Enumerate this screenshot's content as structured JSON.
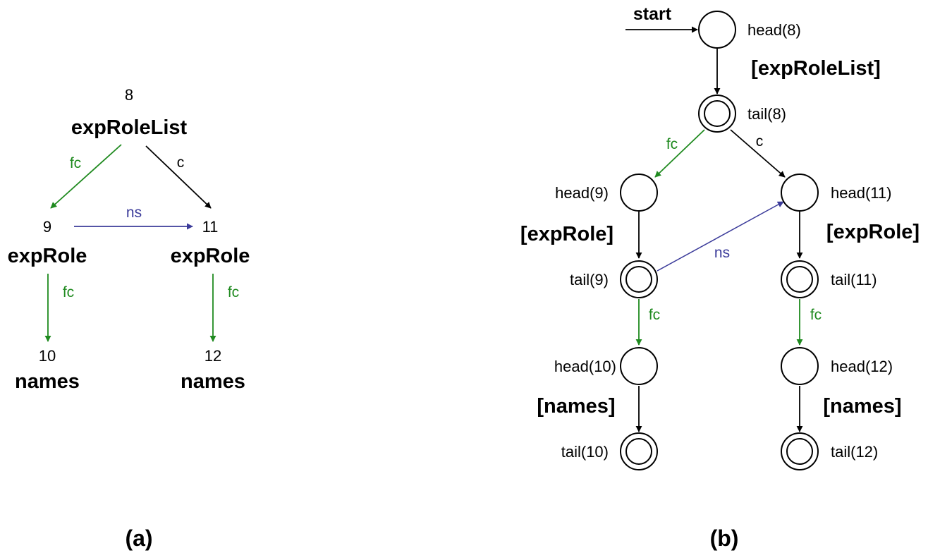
{
  "colors": {
    "fc": "#1f8a1f",
    "c": "#000000",
    "ns": "#3b3b9a"
  },
  "panel_a": {
    "caption": "(a)",
    "nodes": [
      {
        "id": "8",
        "num": "8",
        "name": "expRoleList"
      },
      {
        "id": "9",
        "num": "9",
        "name": "expRole"
      },
      {
        "id": "11",
        "num": "11",
        "name": "expRole"
      },
      {
        "id": "10",
        "num": "10",
        "name": "names"
      },
      {
        "id": "12",
        "num": "12",
        "name": "names"
      }
    ],
    "edges": [
      {
        "id": "8-9",
        "label": "fc",
        "kind": "fc"
      },
      {
        "id": "8-11",
        "label": "c",
        "kind": "c"
      },
      {
        "id": "9-11",
        "label": "ns",
        "kind": "ns"
      },
      {
        "id": "9-10",
        "label": "fc",
        "kind": "fc"
      },
      {
        "id": "11-12",
        "label": "fc",
        "kind": "fc"
      }
    ]
  },
  "panel_b": {
    "caption": "(b)",
    "start_label": "start",
    "states": [
      {
        "id": "head8",
        "label": "head(8)",
        "final": false
      },
      {
        "id": "tail8",
        "label": "tail(8)",
        "final": true
      },
      {
        "id": "head9",
        "label": "head(9)",
        "final": false
      },
      {
        "id": "tail9",
        "label": "tail(9)",
        "final": true
      },
      {
        "id": "head10",
        "label": "head(10)",
        "final": false
      },
      {
        "id": "tail10",
        "label": "tail(10)",
        "final": true
      },
      {
        "id": "head11",
        "label": "head(11)",
        "final": false
      },
      {
        "id": "tail11",
        "label": "tail(11)",
        "final": true
      },
      {
        "id": "head12",
        "label": "head(12)",
        "final": false
      },
      {
        "id": "tail12",
        "label": "tail(12)",
        "final": true
      }
    ],
    "transitions": [
      {
        "id": "h8-t8",
        "label": "[expRoleList]",
        "kind": "c"
      },
      {
        "id": "t8-h9",
        "label": "fc",
        "kind": "fc"
      },
      {
        "id": "t8-h11",
        "label": "c",
        "kind": "c"
      },
      {
        "id": "h9-t9",
        "label": "[expRole]",
        "kind": "c"
      },
      {
        "id": "t9-h11",
        "label": "ns",
        "kind": "ns"
      },
      {
        "id": "t9-h10",
        "label": "fc",
        "kind": "fc"
      },
      {
        "id": "h10-t10",
        "label": "[names]",
        "kind": "c"
      },
      {
        "id": "h11-t11",
        "label": "[expRole]",
        "kind": "c"
      },
      {
        "id": "t11-h12",
        "label": "fc",
        "kind": "fc"
      },
      {
        "id": "h12-t12",
        "label": "[names]",
        "kind": "c"
      }
    ]
  }
}
